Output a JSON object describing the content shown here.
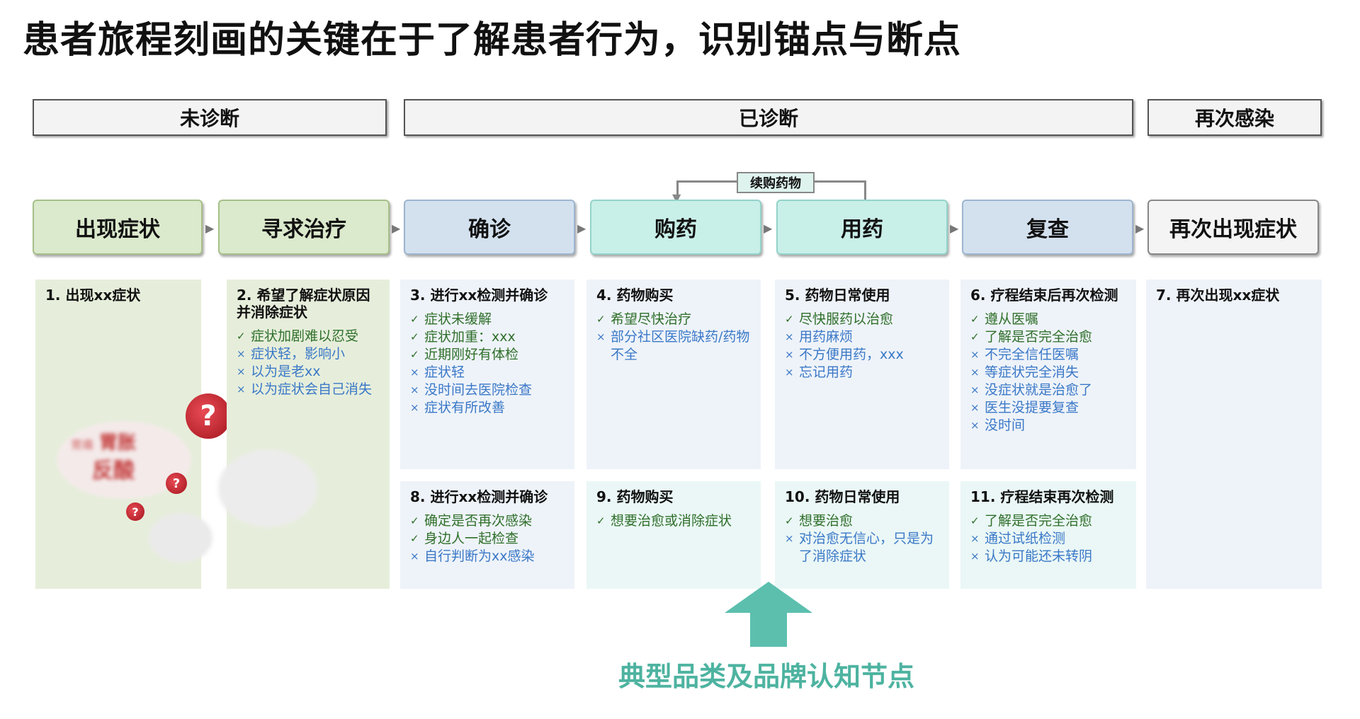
{
  "title": "患者旅程刻画的关键在于了解患者行为，识别锚点与断点",
  "phases": [
    "未诊断",
    "已诊断",
    "再次感染"
  ],
  "stages": [
    "出现症状",
    "寻求治疗",
    "确诊",
    "购药",
    "用药",
    "复查",
    "再次出现症状"
  ],
  "refill_label": "续购药物",
  "cards": {
    "c1": {
      "title": "1.   出现xx症状",
      "items": []
    },
    "c2": {
      "title": "2. 希望了解症状原因并消除症状",
      "items": [
        {
          "mark": "✓",
          "text": "症状加剧难以忍受"
        },
        {
          "mark": "×",
          "text": "症状轻，影响小"
        },
        {
          "mark": "×",
          "text": "以为是老xx"
        },
        {
          "mark": "×",
          "text": "以为症状会自己消失"
        }
      ]
    },
    "c3": {
      "title": "3. 进行xx检测并确诊",
      "items": [
        {
          "mark": "✓",
          "text": "症状未缓解"
        },
        {
          "mark": "✓",
          "text": "症状加重：xxx"
        },
        {
          "mark": "✓",
          "text": "近期刚好有体检"
        },
        {
          "mark": "×",
          "text": "症状轻"
        },
        {
          "mark": "×",
          "text": "没时间去医院检查"
        },
        {
          "mark": "×",
          "text": "症状有所改善"
        }
      ]
    },
    "c4": {
      "title": "4. 药物购买",
      "items": [
        {
          "mark": "✓",
          "text": "希望尽快治疗"
        },
        {
          "mark": "×",
          "text": "部分社区医院缺药/药物不全"
        }
      ]
    },
    "c5": {
      "title": "5. 药物日常使用",
      "items": [
        {
          "mark": "✓",
          "text": "尽快服药以治愈"
        },
        {
          "mark": "×",
          "text": "用药麻烦"
        },
        {
          "mark": "×",
          "text": "不方便用药，xxx"
        },
        {
          "mark": "×",
          "text": "忘记用药"
        }
      ]
    },
    "c6": {
      "title": "6. 疗程结束后再次检测",
      "items": [
        {
          "mark": "✓",
          "text": "遵从医嘱"
        },
        {
          "mark": "✓",
          "text": "了解是否完全治愈"
        },
        {
          "mark": "×",
          "text": "不完全信任医嘱"
        },
        {
          "mark": "×",
          "text": "等症状完全消失"
        },
        {
          "mark": "×",
          "text": "没症状就是治愈了"
        },
        {
          "mark": "×",
          "text": "医生没提要复查"
        },
        {
          "mark": "×",
          "text": "没时间"
        }
      ]
    },
    "c7": {
      "title": "7. 再次出现xx症状",
      "items": []
    },
    "c8": {
      "title": "8. 进行xx检测并确诊",
      "items": [
        {
          "mark": "✓",
          "text": "确定是否再次感染"
        },
        {
          "mark": "✓",
          "text": "身边人一起检查"
        },
        {
          "mark": "×",
          "text": "自行判断为xx感染"
        }
      ]
    },
    "c9": {
      "title": "9. 药物购买",
      "items": [
        {
          "mark": "✓",
          "text": "想要治愈或消除症状"
        }
      ]
    },
    "c10": {
      "title": "10. 药物日常使用",
      "items": [
        {
          "mark": "✓",
          "text": "想要治愈"
        },
        {
          "mark": "×",
          "text": "对治愈无信心，只是为了消除症状"
        }
      ]
    },
    "c11": {
      "title": "11. 疗程结束再次检测",
      "items": [
        {
          "mark": "✓",
          "text": "了解是否完全治愈"
        },
        {
          "mark": "×",
          "text": "通过试纸检测"
        },
        {
          "mark": "×",
          "text": "认为可能还未转阴"
        }
      ]
    }
  },
  "blur_cloud_words": [
    "胃胀",
    "反酸",
    "胃痛"
  ],
  "qmark": "?",
  "caption": "典型品类及品牌认知节点",
  "colors": {
    "positive": "#2f6f2a",
    "negative": "#3a78c7",
    "accent": "#4db3a0"
  }
}
